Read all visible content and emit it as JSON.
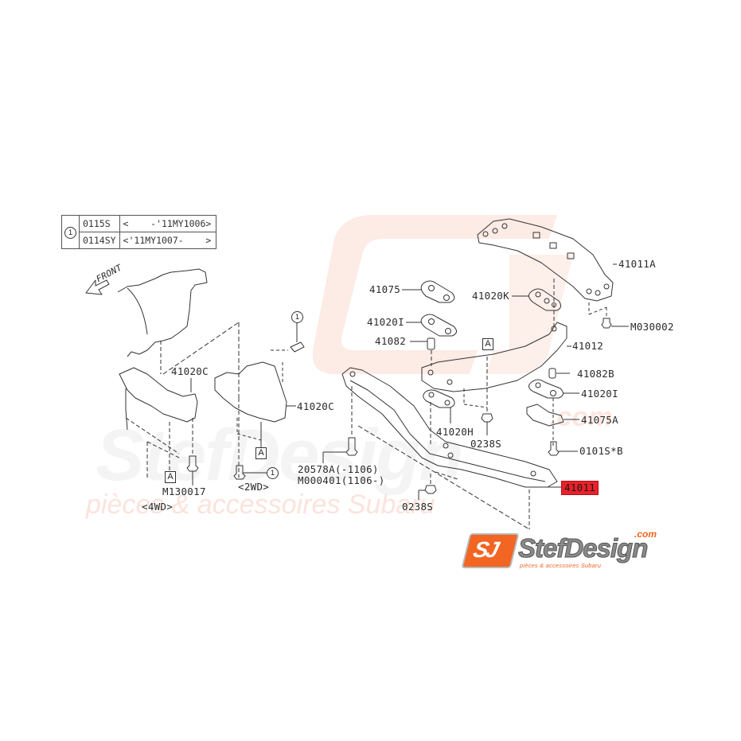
{
  "watermark": {
    "brand": "StefDesign",
    "domain": ".com",
    "tagline": "pièces & accessoires Subaru",
    "color": "#fbe3dc"
  },
  "applicability_table": {
    "ref_symbol": "1",
    "rows": [
      {
        "part": "0115S",
        "range": "<    -'11MY1006>"
      },
      {
        "part": "0114SY",
        "range": "<'11MY1007-    >"
      }
    ]
  },
  "orientation": {
    "label": "FRONT",
    "icon": "arrow-front-icon"
  },
  "variants": {
    "four_wd": "<4WD>",
    "two_wd": "<2WD>"
  },
  "ref_markers": {
    "A": "A",
    "one": "1"
  },
  "parts": {
    "p41020C_4wd": "41020C",
    "p41020C_2wd": "41020C",
    "pM130017": "M130017",
    "p20578A": "20578A(-1106)",
    "pM000401": "M000401(1106-)",
    "p41075": "41075",
    "p41020I_left": "41020I",
    "p41082": "41082",
    "p41020K": "41020K",
    "p41011A": "41011A",
    "pM030002": "M030002",
    "p41012": "41012",
    "p41082B": "41082B",
    "p41020I_right": "41020I",
    "p41075A": "41075A",
    "p0101SB": "0101S*B",
    "p41020H": "41020H",
    "p0238S_upper": "0238S",
    "p0238S_lower": "0238S",
    "p41011": "41011"
  },
  "highlight": {
    "part": "41011",
    "color": "#e8212a"
  },
  "logo": {
    "badge": "SJ",
    "name": "StefDesign",
    "domain": ".com",
    "tagline": "pièces & accessoires Subaru",
    "accent": "#f26522"
  }
}
